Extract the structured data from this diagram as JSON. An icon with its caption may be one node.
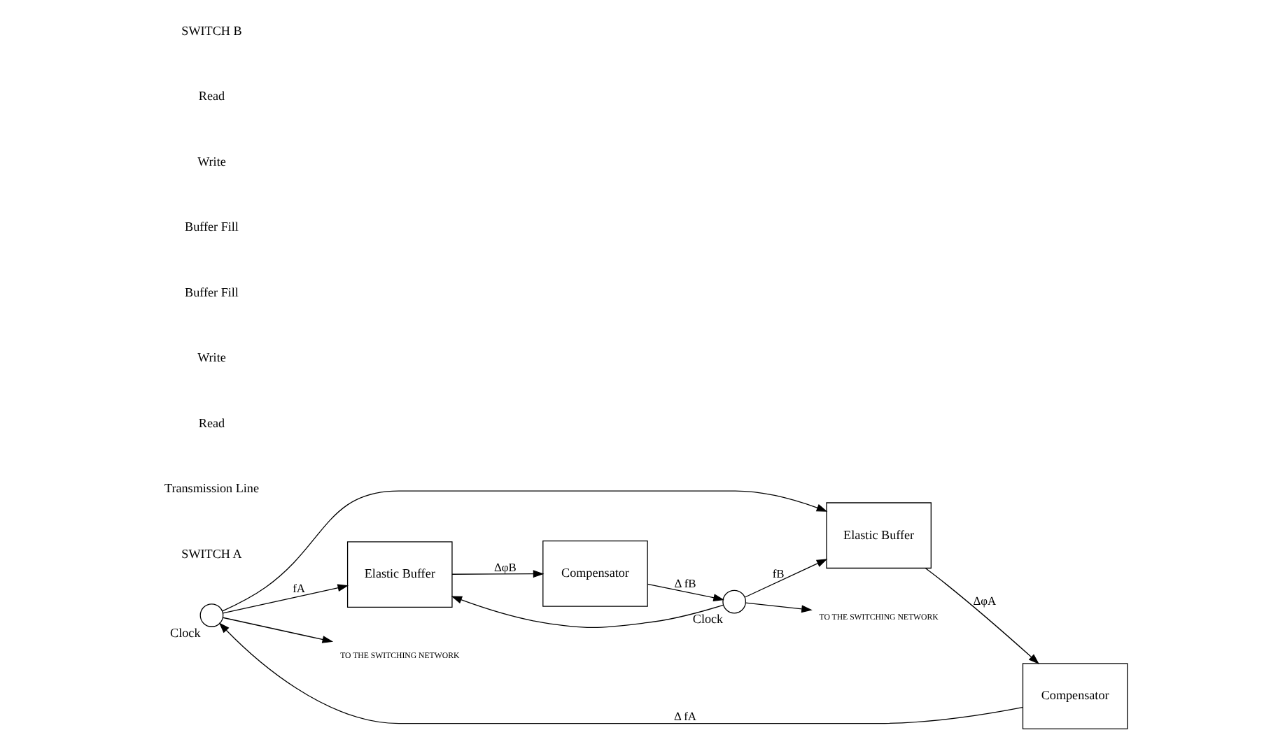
{
  "diagram": {
    "nodes": [
      {
        "text": [],
        "shape": "circle",
        "beside": [
          "Clock"
        ]
      },
      {
        "text": [
          "Compensator"
        ]
      },
      {
        "text": [
          "Elastic Buffer"
        ]
      },
      {
        "text": [
          "Elastic Buffer"
        ]
      },
      {
        "text": [
          "Compensator"
        ]
      },
      {
        "text": [],
        "shape": "circle",
        "beside": [
          "Clock"
        ]
      },
      {
        "text": [
          "TO THE SWITCHING NETWORK"
        ]
      },
      {
        "text": [
          "TO THE SWITCHING NETWORK"
        ]
      }
    ],
    "edges": [
      {
        "from": 0,
        "to": 3,
        "arrow": "to",
        "label": "fA"
      },
      {
        "from": 0,
        "to": 2,
        "arrow": "to"
      },
      {
        "from": 1,
        "to": 0,
        "arrow": "to",
        "label": "Δ fA"
      },
      {
        "from": 2,
        "to": 1,
        "arrow": "to",
        "label": "ΔφA"
      },
      {
        "from": 0,
        "to": 6,
        "arrow": "to"
      },
      {
        "from": 3,
        "to": 4,
        "arrow": "to",
        "label": "ΔφB"
      },
      {
        "from": 4,
        "to": 5,
        "arrow": "to",
        "label": "Δ fB"
      },
      {
        "from": 5,
        "to": 3,
        "arrow": "to"
      },
      {
        "from": 5,
        "to": 2,
        "arrow": "to",
        "label": "fB"
      },
      {
        "from": 5,
        "to": 7,
        "arrow": "to"
      }
    ],
    "labels": [
      "SWITCH A",
      "Transmission Line",
      "Read",
      "Write",
      "Buffer Fill",
      "Buffer Fill",
      "Write",
      "Read",
      "SWITCH B"
    ]
  }
}
